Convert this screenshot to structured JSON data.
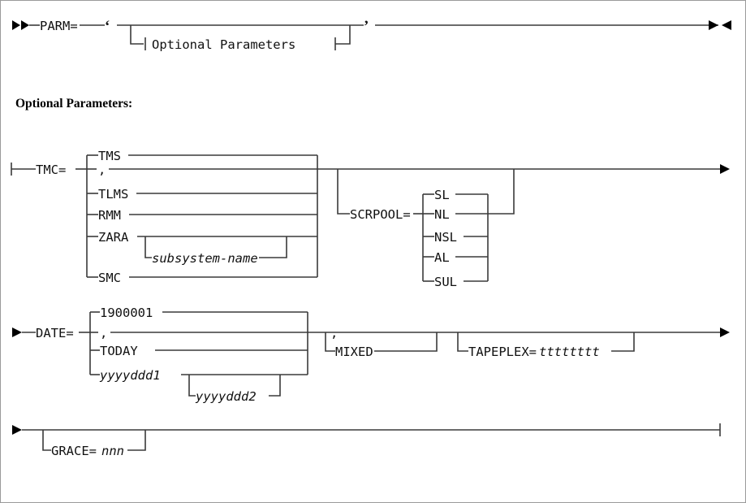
{
  "diagram": {
    "type": "railroad-syntax-diagram",
    "title": "PARM syntax diagram",
    "background_color": "#ffffff",
    "line_color": "#3a3a3a",
    "text_color": "#111111",
    "rows": [
      {
        "id": "row-parm",
        "start_marker": "double-arrow-right",
        "end_marker": "arrow-right-left",
        "items": [
          {
            "label": "PARM=",
            "kind": "keyword"
          },
          {
            "label": "‘",
            "kind": "open-quote"
          },
          {
            "label": "Optional Parameters",
            "kind": "fragment-reference",
            "optional": true
          },
          {
            "label": "’",
            "kind": "close-quote"
          }
        ]
      },
      {
        "id": "row-tmc-scrpool",
        "start_marker": "bar",
        "end_marker": "arrow-right",
        "keyword": "TMC=",
        "choices": [
          "TMS",
          ",",
          "TLMS",
          "RMM",
          "ZARA",
          "SMC"
        ],
        "default_choice": "TMS",
        "sub_optional": "subsystem-name",
        "sub_optional_parent": "ZARA",
        "second_keyword": "SCRPOOL=",
        "second_choices": [
          "SL",
          "NL",
          "NSL",
          "AL",
          "SUL"
        ],
        "second_default": "SL",
        "second_optional": true
      },
      {
        "id": "row-date-mixed-tapeplex",
        "start_marker": "arrow-right",
        "end_marker": "arrow-right",
        "keyword": "DATE=",
        "choices": [
          "1900001",
          ",",
          "TODAY",
          "yyyyddd1"
        ],
        "default_choice": "1900001",
        "sub_optional": "yyyyddd2",
        "sub_optional_parent": "yyyyddd1",
        "mixed_comma": ",",
        "mixed_label": "MIXED",
        "tapeplex_label": "TAPEPLEX=tttttttt"
      },
      {
        "id": "row-grace",
        "start_marker": "arrow-right",
        "end_marker": "bar",
        "optional_item": "GRACE=nnn"
      }
    ]
  },
  "labels": {
    "parm_keyword": "PARM=",
    "open_quote": "‘",
    "close_quote": "’",
    "optional_parameters_ref": "Optional Parameters",
    "section_heading": "Optional Parameters:",
    "tmc_keyword": "TMC=",
    "tmc_tms": "TMS",
    "tmc_comma": ",",
    "tmc_tlms": "TLMS",
    "tmc_rmm": "RMM",
    "tmc_zara": "ZARA",
    "tmc_subsystem_name": "subsystem-name",
    "tmc_smc": "SMC",
    "scrpool_keyword": "SCRPOOL=",
    "scrpool_sl": "SL",
    "scrpool_nl": "NL",
    "scrpool_nsl": "NSL",
    "scrpool_al": "AL",
    "scrpool_sul": "SUL",
    "date_keyword": "DATE=",
    "date_default": "1900001",
    "date_comma": ",",
    "date_today": "TODAY",
    "date_yyyyddd1": "yyyyddd1",
    "date_yyyyddd2": "yyyyddd2",
    "mixed_comma": ",",
    "mixed_label": "MIXED",
    "tapeplex_keyword": "TAPEPLEX=",
    "tapeplex_value": "tttttttt",
    "grace_keyword": "GRACE=",
    "grace_value": "nnn"
  }
}
